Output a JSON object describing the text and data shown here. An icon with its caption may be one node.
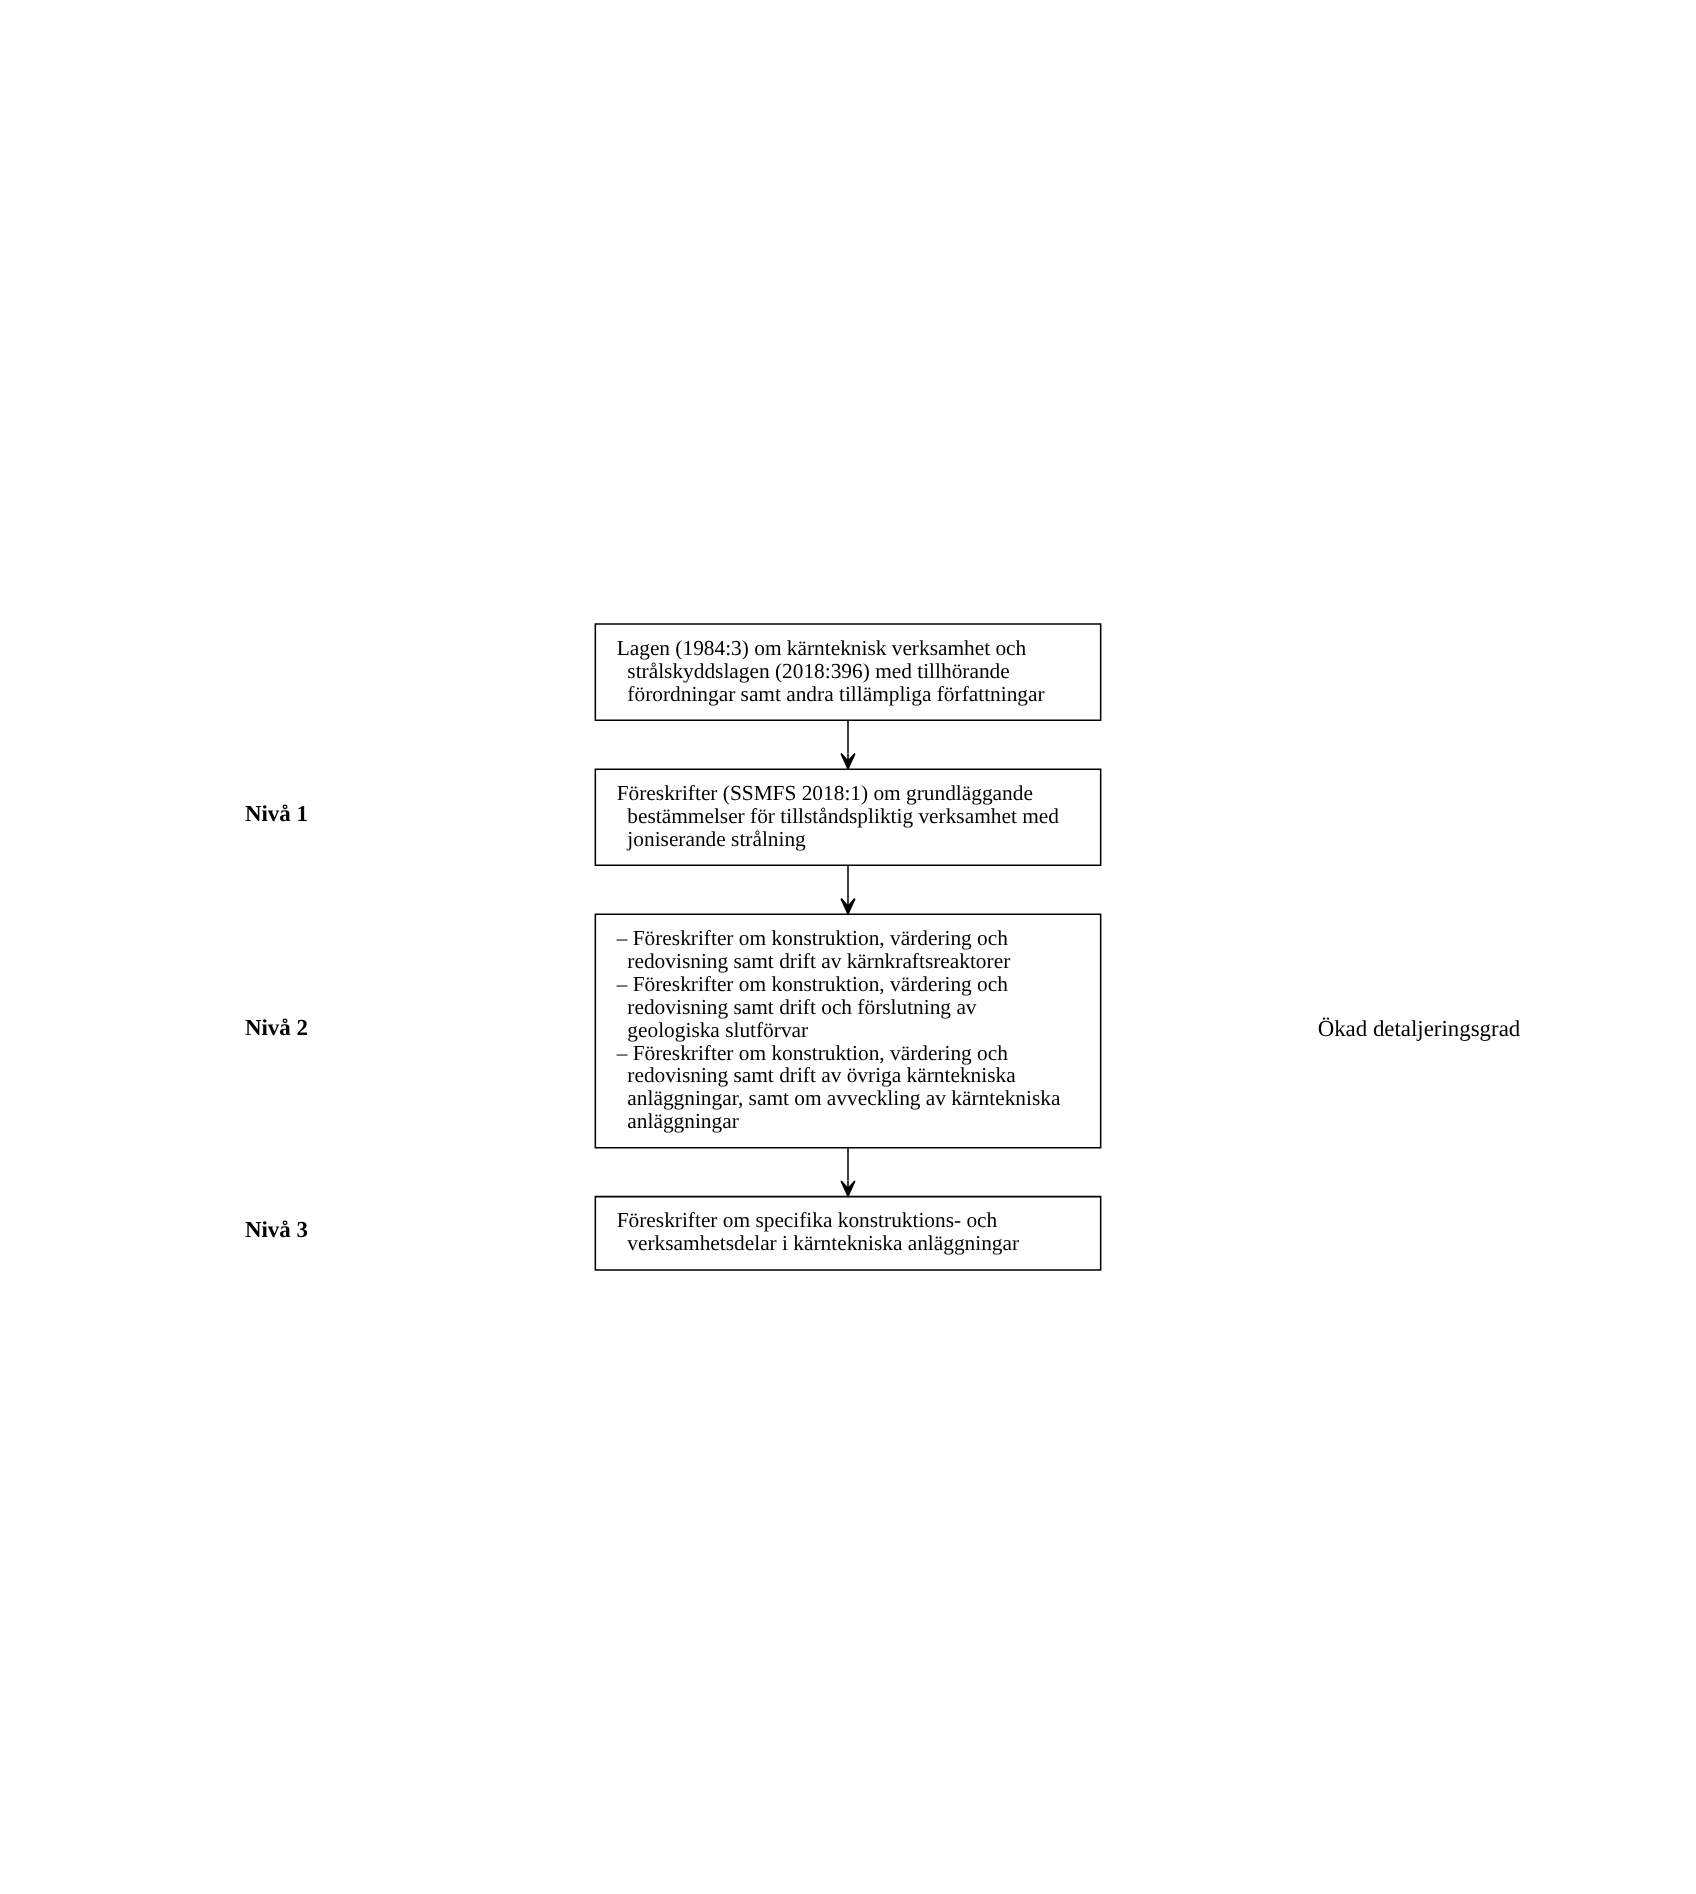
{
  "diagram": {
    "nodes": [
      {
        "text": [
          "Lagen (1984:3) om kärnteknisk verksamhet och strålskyddslagen (2018:396) med tillhörande förordningar samt andra tillämpliga författningar"
        ]
      },
      {
        "text": [
          "Föreskrifter (SSMFS 2018:1) om grundläggande bestämmelser för tillståndspliktig verksamhet med joniserande strålning"
        ]
      },
      {
        "text": [
          "– Föreskrifter om konstruktion, värdering och redovisning samt drift av kärnkraftsreaktorer",
          "– Föreskrifter om konstruktion, värdering och redovisning samt drift och förslutning av geologiska slutförvar",
          "– Föreskrifter om konstruktion, värdering och redovisning samt drift av övriga kärntekniska anläggningar, samt om avveckling av kärntekniska anläggningar"
        ]
      },
      {
        "text": [
          "Föreskrifter om specifika konstruktions- och verksamhetsdelar i kärntekniska anläggningar"
        ]
      }
    ],
    "edges": [
      {
        "from": 0,
        "to": 1,
        "arrow": "to"
      },
      {
        "from": 1,
        "to": 2,
        "arrow": "to"
      },
      {
        "from": 2,
        "to": 3,
        "arrow": "to"
      }
    ],
    "labels": [
      "Nivå 1",
      "Nivå 2",
      "Ökad detaljeringsgrad",
      "Nivå 3"
    ]
  }
}
